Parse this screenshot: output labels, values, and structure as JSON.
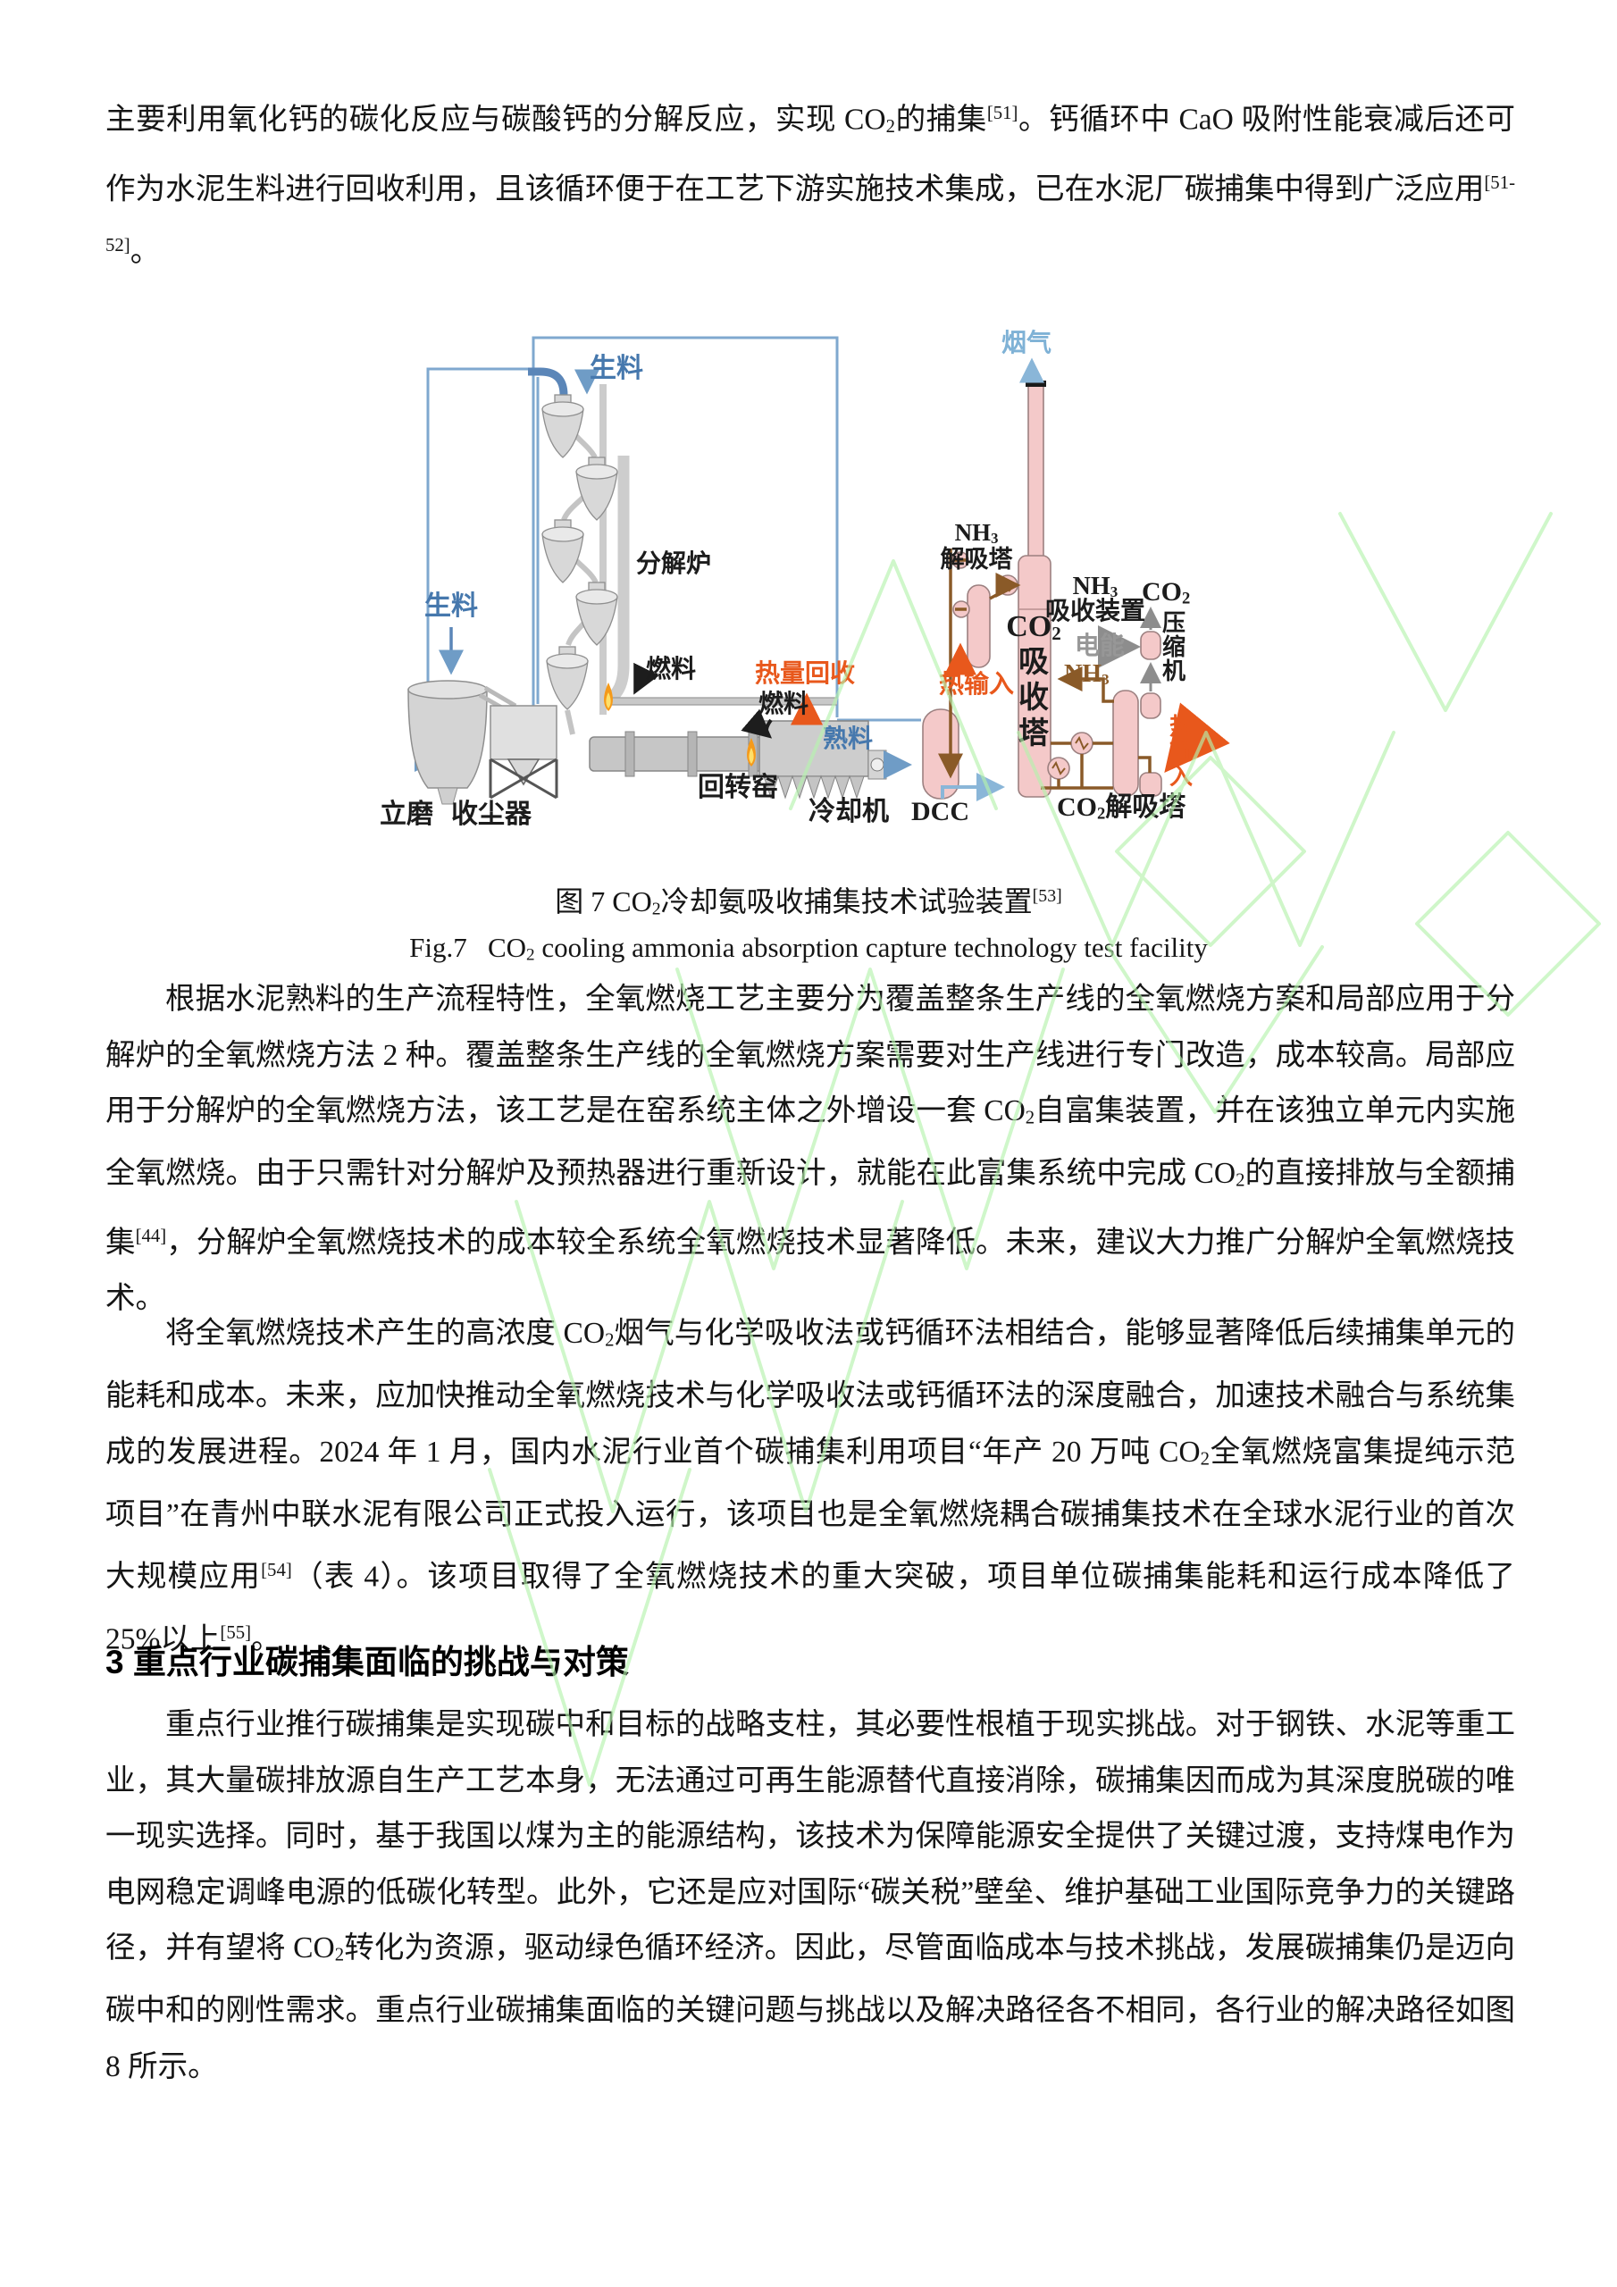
{
  "content": {
    "p1": "主要利用氧化钙的碳化反应与碳酸钙的分解反应，实现 CO~2~的捕集^[51]^。钙循环中 CaO 吸附性能衰减后还可作为水泥生料进行回收利用，且该循环便于在工艺下游实施技术集成，已在水泥厂碳捕集中得到广泛应用^[51-52]^。",
    "caption_zh": "图 7 CO~2~冷却氨吸收捕集技术试验装置^[53]^",
    "caption_en": "Fig.7   CO~2~ cooling ammonia absorption capture technology test facility",
    "p2": "根据水泥熟料的生产流程特性，全氧燃烧工艺主要分为覆盖整条生产线的全氧燃烧方案和局部应用于分解炉的全氧燃烧方法 2 种。覆盖整条生产线的全氧燃烧方案需要对生产线进行专门改造，成本较高。局部应用于分解炉的全氧燃烧方法，该工艺是在窑系统主体之外增设一套 CO~2~自富集装置，并在该独立单元内实施全氧燃烧。由于只需针对分解炉及预热器进行重新设计，就能在此富集系统中完成 CO~2~的直接排放与全额捕集^[44]^，分解炉全氧燃烧技术的成本较全系统全氧燃烧技术显著降低。未来，建议大力推广分解炉全氧燃烧技术。",
    "p3": "将全氧燃烧技术产生的高浓度 CO~2~烟气与化学吸收法或钙循环法相结合，能够显著降低后续捕集单元的能耗和成本。未来，应加快推动全氧燃烧技术与化学吸收法或钙循环法的深度融合，加速技术融合与系统集成的发展进程。2024 年 1 月，国内水泥行业首个碳捕集利用项目“年产 20 万吨 CO~2~全氧燃烧富集提纯示范项目”在青州中联水泥有限公司正式投入运行，该项目也是全氧燃烧耦合碳捕集技术在全球水泥行业的首次大规模应用^[54]^（表 4）。该项目取得了全氧燃烧技术的重大突破，项目单位碳捕集能耗和运行成本降低了 25%以上^[55]^。",
    "heading3": "3 重点行业碳捕集面临的挑战与对策",
    "p4": "重点行业推行碳捕集是实现碳中和目标的战略支柱，其必要性根植于现实挑战。对于钢铁、水泥等重工业，其大量碳排放源自生产工艺本身，无法通过可再生能源替代直接消除，碳捕集因而成为其深度脱碳的唯一现实选择。同时，基于我国以煤为主的能源结构，该技术为保障能源安全提供了关键过渡，支持煤电作为电网稳定调峰电源的低碳化转型。此外，它还是应对国际“碳关税”壁垒、维护基础工业国际竞争力的关键路径，并有望将 CO~2~转化为资源，驱动绿色循环经济。因此，尽管面临成本与技术挑战，发展碳捕集仍是迈向碳中和的刚性需求。重点行业碳捕集面临的关键问题与挑战以及解决路径各不相同，各行业的解决路径如图 8 所示。"
  },
  "figure": {
    "labels": {
      "raw_meal_top": "生料",
      "raw_meal_left": "生料",
      "calciner": "分解炉",
      "fuel_calciner": "燃料",
      "fuel_cooler": "燃料",
      "heat_recovery": "热量回收",
      "clinker": "熟料",
      "kiln": "回转窑",
      "cooler": "冷却机",
      "dcc": "DCC",
      "mill": "立磨",
      "dust_collector": "收尘器",
      "flue_gas": "烟气",
      "nh3_stripper": [
        "NH~3~",
        "解吸塔"
      ],
      "co2_absorber": [
        "CO~2~",
        "吸",
        "收",
        "塔"
      ],
      "heat_input_left": "热输入",
      "nh3_absorber": [
        "NH~3~",
        "吸收装置"
      ],
      "co2_product": "CO~2~",
      "power": "电能",
      "compressor": [
        "压",
        "缩",
        "机"
      ],
      "nh3": "NH~3~",
      "heat_input_right": [
        "热",
        "输",
        "入"
      ],
      "co2_stripper": "CO~2~解吸塔"
    },
    "colors": {
      "pipe_blue": "#7fa8cf",
      "label_blue": "#4678ad",
      "flue_blue": "#7fb2d6",
      "orange": "#e8581c",
      "brown": "#8a5a28",
      "vessel_pink": "#f4c9c9",
      "watermark_green": "#b6f2ad"
    }
  }
}
